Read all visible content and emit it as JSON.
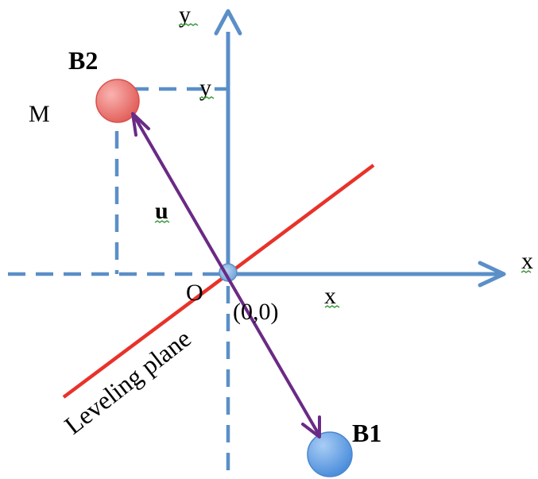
{
  "labels": {
    "y_axis": "y",
    "y_value": "y",
    "x_axis": "x",
    "x_value": "x",
    "b2": "B2",
    "b1": "B1",
    "m": "M",
    "u": "u",
    "origin": "O",
    "origin_coords": "(0,0)",
    "plane": "Leveling plane"
  },
  "colors": {
    "axis": "#5b8fc7",
    "plane": "#e8322a",
    "vector": "#6a2a86",
    "b2_ball": "#ef7b78",
    "b1_ball": "#6ea8e8",
    "squiggle": "#3a9a3a"
  }
}
